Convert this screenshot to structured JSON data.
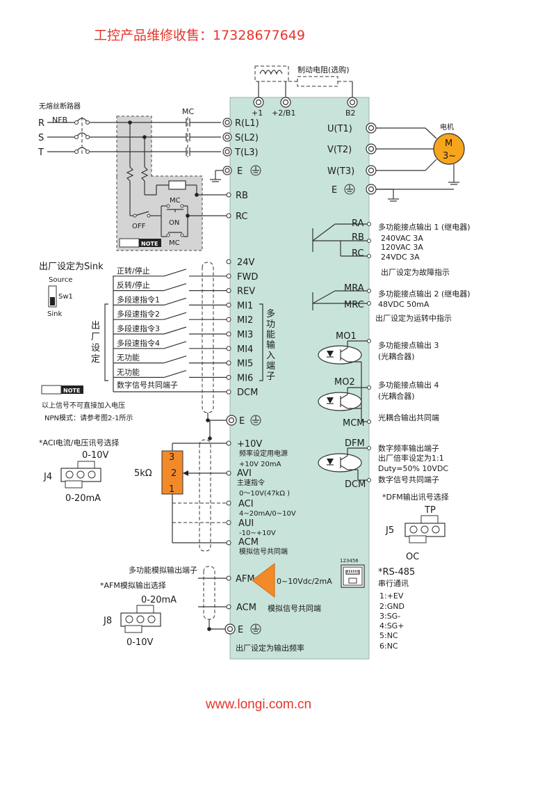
{
  "header": {
    "title": "工控产品维修收售：17328677649"
  },
  "footer": {
    "url": "www.longi.com.cn"
  },
  "colors": {
    "panel": "#c8e3da",
    "accent": "#e8332a",
    "pot": "#f28a2a",
    "afm": "#f28a2a"
  },
  "brake": {
    "label": "制动电阻(选购)",
    "t1": "+1",
    "t2": "+2/B1",
    "t3": "B2"
  },
  "power_in": {
    "breaker_label": "无熔丝断路器",
    "nfb": "NFB",
    "mc": "MC",
    "phases": [
      "R",
      "S",
      "T"
    ],
    "terminals": [
      "R(L1)",
      "S(L2)",
      "T(L3)"
    ],
    "earth": "E"
  },
  "relay_box": {
    "mc1": "MC",
    "off": "OFF",
    "on": "ON",
    "mc2": "MC",
    "note": "NOTE"
  },
  "rb_rc": [
    "RB",
    "RC"
  ],
  "output": {
    "terminals": [
      "U(T1)",
      "V(T2)",
      "W(T3)"
    ],
    "earth": "E",
    "motor_label": "电机",
    "motor_m": "M",
    "motor_phase": "3~"
  },
  "relay1": {
    "terminals": [
      "RA",
      "RB",
      "RC"
    ],
    "title": "多功能接点输出 1 (继电器)",
    "ratings": [
      "240VAC 3A",
      "120VAC 3A",
      "24VDC 3A"
    ],
    "default": "出厂设定为故障指示"
  },
  "relay2": {
    "terminals": [
      "MRA",
      "MRC"
    ],
    "title": "多功能接点输出 2 (继电器)",
    "rating": "48VDC 50mA",
    "default": "出厂设定为运转中指示"
  },
  "mo": {
    "mo1": "MO1",
    "mo1_desc": "多功能接点输出 3",
    "mo1_sub": "(光耦合器)",
    "mo2": "MO2",
    "mo2_desc": "多功能接点输出 4",
    "mo2_sub": "(光耦合器)",
    "mcm": "MCM",
    "mcm_desc": "光耦合输出共同端"
  },
  "dfm": {
    "term": "DFM",
    "dcm": "DCM",
    "lines": [
      "数字频率输出端子",
      "出厂倍率设定为1:1",
      "Duty=50% 10VDC",
      "数字信号共同端子"
    ],
    "select": "*DFM输出讯号选择",
    "tp": "TP",
    "oc": "OC",
    "jumper": "J5"
  },
  "inputs": {
    "default_title": "出厂设定为Sink",
    "source": "Source",
    "sw": "Sw1",
    "sink": "Sink",
    "factory_vertical": [
      "出",
      "厂",
      "设",
      "定"
    ],
    "terminal_group_vertical": [
      "多",
      "功",
      "能",
      "输",
      "入",
      "端",
      "子"
    ],
    "terminals": [
      "24V",
      "FWD",
      "REV",
      "MI1",
      "MI2",
      "MI3",
      "MI4",
      "MI5",
      "MI6",
      "DCM"
    ],
    "labels": [
      "正转/停止",
      "反转/停止",
      "多段速指令1",
      "多段速指令2",
      "多段速指令3",
      "多段速指令4",
      "无功能",
      "无功能",
      "数字信号共同端子"
    ],
    "note": "NOTE",
    "note_lines": [
      "以上信号不可直接加入电压",
      "NPN模式：请参考图2-1所示"
    ],
    "earth": "E"
  },
  "analog": {
    "j4_title": "*ACI电流/电压讯号选择",
    "j4_top": "0-10V",
    "j4": "J4",
    "j4_bottom": "0-20mA",
    "pot": "5kΩ",
    "pot_pins": [
      "3",
      "2",
      "1"
    ],
    "p10v": "+10V",
    "p10v_desc": [
      "频率设定用电源",
      "+10V 20mA"
    ],
    "avi": "AVI",
    "avi_desc": [
      "主速指令",
      "0～10V(47kΩ )"
    ],
    "aci": "ACI",
    "aci_desc": "4~20mA/0~10V",
    "aui": "AUI",
    "aui_desc": "-10~+10V",
    "acm": "ACM",
    "acm_desc": "模拟信号共同端"
  },
  "afm": {
    "title": "多功能模拟输出端子",
    "select": "*AFM模拟输出选择",
    "top": "0-20mA",
    "jumper": "J8",
    "bottom": "0-10V",
    "term": "AFM",
    "range": "0~10Vdc/2mA",
    "acm": "ACM",
    "acm_desc": "模拟信号共同端",
    "earth": "E",
    "default": "出厂设定为输出频率"
  },
  "rs485": {
    "pins_label": "123456",
    "title": "*RS-485",
    "subtitle": "串行通讯",
    "pins": [
      "1:+EV",
      "2:GND",
      "3:SG-",
      "4:SG+",
      "5:NC",
      "6:NC"
    ]
  }
}
